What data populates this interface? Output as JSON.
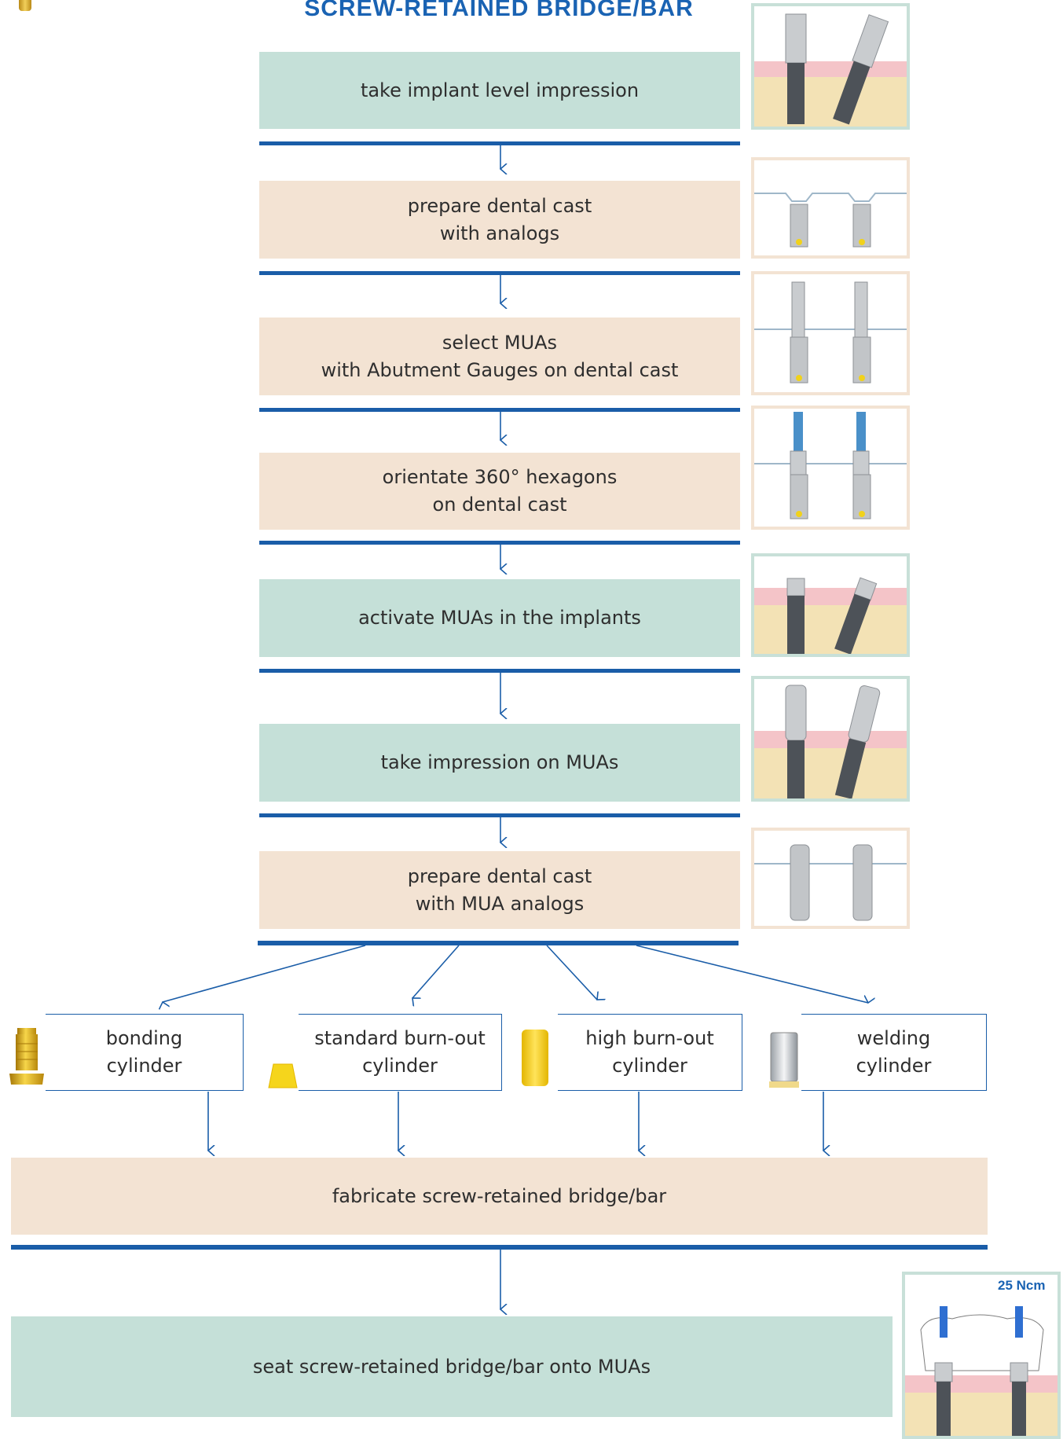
{
  "title": "SCREW-RETAINED BRIDGE/BAR",
  "colors": {
    "accent_blue": "#1a5da8",
    "step_green": "#c5e0d8",
    "step_tan": "#f3e3d3",
    "gold": "#e8b400"
  },
  "steps": [
    {
      "label": "take implant level impression",
      "style": "green",
      "thumb": "impression-posts-on-implants"
    },
    {
      "label": "prepare dental cast\nwith analogs",
      "style": "tan",
      "thumb": "implant-analogs-in-cast"
    },
    {
      "label": "select MUAs\nwith Abutment Gauges on dental cast",
      "style": "tan",
      "thumb": "abutment-gauges-on-analogs"
    },
    {
      "label": "orientate 360° hexagons\non dental cast",
      "style": "tan",
      "thumb": "hexagon-orientation-drivers"
    },
    {
      "label": "activate MUAs in the implants",
      "style": "green",
      "thumb": "muas-in-implants"
    },
    {
      "label": "take impression on MUAs",
      "style": "green",
      "thumb": "impression-copings-on-muas"
    },
    {
      "label": "prepare dental cast\nwith MUA analogs",
      "style": "tan",
      "thumb": "mua-analogs-in-cast"
    }
  ],
  "options": [
    {
      "label": "bonding\ncylinder",
      "icon": "gold-bonding-cylinder"
    },
    {
      "label": "standard burn-out\ncylinder",
      "icon": "yellow-standard-burnout-cylinder"
    },
    {
      "label": "high burn-out\ncylinder",
      "icon": "yellow-high-burnout-cylinder"
    },
    {
      "label": "welding\ncylinder",
      "icon": "titanium-welding-cylinder"
    }
  ],
  "fabricate": {
    "label": "fabricate screw-retained bridge/bar"
  },
  "seat": {
    "label": "seat screw-retained bridge/bar onto MUAs",
    "torque_label": "25 Ncm",
    "thumb": "bridge-seated-on-muas"
  }
}
